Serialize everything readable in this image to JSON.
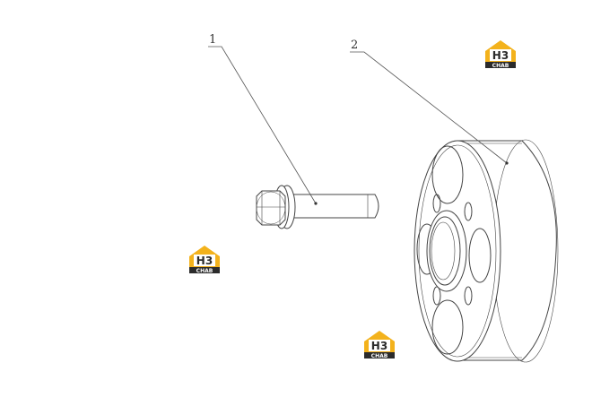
{
  "diagram": {
    "callouts": [
      {
        "id": "1",
        "label": "1"
      },
      {
        "id": "2",
        "label": "2"
      }
    ],
    "watermark": {
      "letters": "H3",
      "sub": "CHAB",
      "color_primary": "#f3b21c",
      "color_dark": "#2b2b2b"
    }
  }
}
